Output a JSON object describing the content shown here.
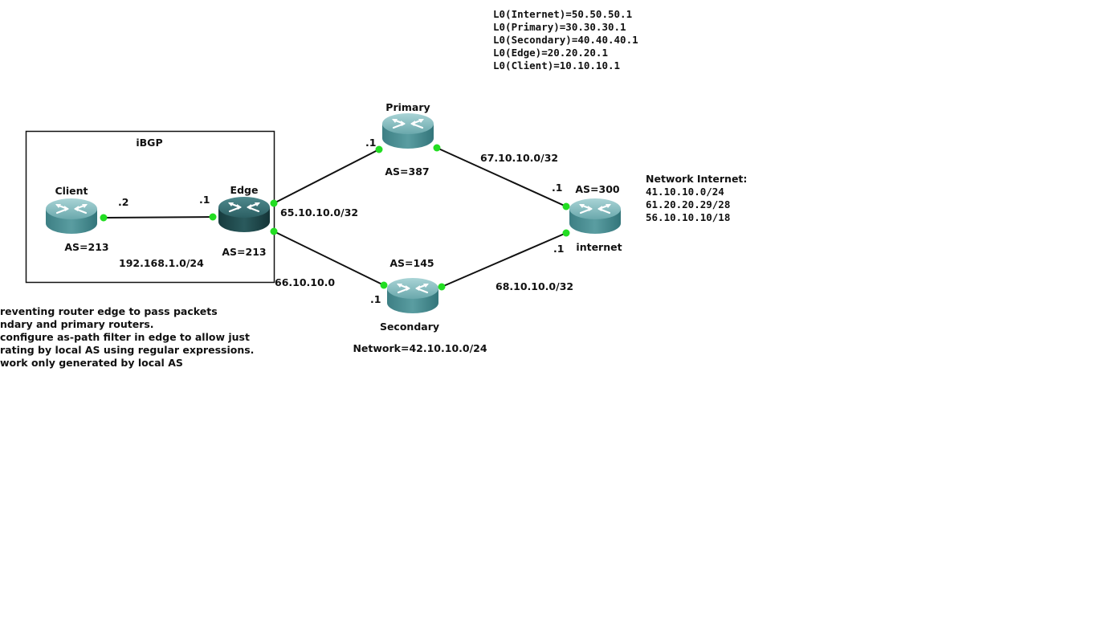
{
  "colors": {
    "router_top": "#7bb5b8",
    "router_body": "#4a8f94",
    "router_selected_top": "#3f7478",
    "router_selected_body": "#204b4e",
    "link": "#111111",
    "port": "#22dd22"
  },
  "loopbacks": [
    "L0(Internet)=50.50.50.1",
    "L0(Primary)=30.30.30.1",
    "L0(Secondary)=40.40.40.1",
    "L0(Edge)=20.20.20.1",
    "L0(Client)=10.10.10.1"
  ],
  "ibgp_box": {
    "label": "iBGP"
  },
  "routers": {
    "client": {
      "name": "Client",
      "as": "AS=213",
      "icon": "router-icon"
    },
    "edge": {
      "name": "Edge",
      "as": "AS=213",
      "icon": "router-icon"
    },
    "primary": {
      "name": "Primary",
      "as": "AS=387",
      "icon": "router-icon"
    },
    "secondary": {
      "name": "Secondary",
      "as": "AS=145",
      "network": "Network=42.10.10.0/24",
      "icon": "router-icon"
    },
    "internet": {
      "name": "internet",
      "as": "AS=300",
      "icon": "router-icon"
    }
  },
  "links": {
    "client_edge": {
      "subnet": "192.168.1.0/24",
      "client_if": ".2",
      "edge_if": ".1"
    },
    "edge_primary": {
      "subnet": "65.10.10.0/32",
      "primary_if": ".1"
    },
    "edge_secondary": {
      "subnet": "66.10.10.0",
      "secondary_if": ".1"
    },
    "primary_internet": {
      "subnet": "67.10.10.0/32",
      "internet_if": ".1"
    },
    "secondary_internet": {
      "subnet": "68.10.10.0/32",
      "internet_if": ".1"
    }
  },
  "network_internet": {
    "title": "Network Internet:",
    "prefixes": [
      "41.10.10.0/24",
      "61.20.20.29/28",
      "56.10.10.10/18"
    ]
  },
  "notes": [
    "reventing router edge to pass packets",
    "ndary and primary routers.",
    "configure as-path filter in edge to allow just",
    "rating by local AS using regular expressions.",
    "work only generated by local AS"
  ]
}
